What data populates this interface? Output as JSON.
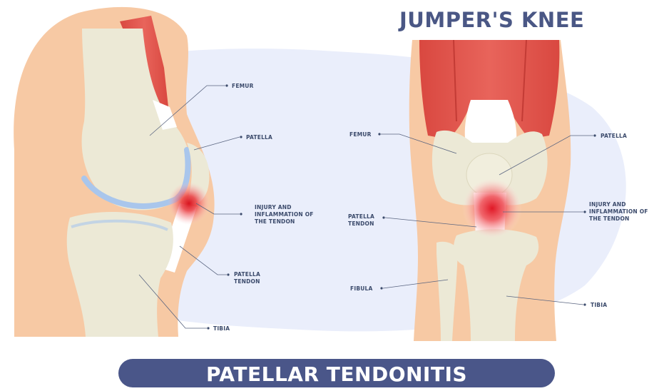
{
  "title": "JUMPER'S KNEE",
  "banner": "PATELLAR TENDONITIS",
  "side_view": {
    "labels": {
      "femur": "FEMUR",
      "patella": "PATELLA",
      "injury": [
        "INJURY AND",
        "INFLAMMATION OF",
        "THE TENDON"
      ],
      "patella_tendon": [
        "PATELLA",
        "TENDON"
      ],
      "tibia": "TIBIA"
    }
  },
  "front_view": {
    "labels": {
      "femur": "FEMUR",
      "patella": "PATELLA",
      "patella_tendon": [
        "PATELLA",
        "TENDON"
      ],
      "injury": [
        "INJURY AND",
        "INFLAMMATION OF",
        "THE TENDON"
      ],
      "fibula": "FIBULA",
      "tibia": "TIBIA"
    }
  },
  "colors": {
    "skin": "#f7c9a4",
    "bone": "#ece9d6",
    "muscle": "#e0574f",
    "cartilage": "#a9c6ec",
    "inflammation": "#e2202c",
    "background_blob": "#eaeefb",
    "banner": "#4a5689",
    "title": "#4a5785",
    "label": "#3b4a6b"
  }
}
